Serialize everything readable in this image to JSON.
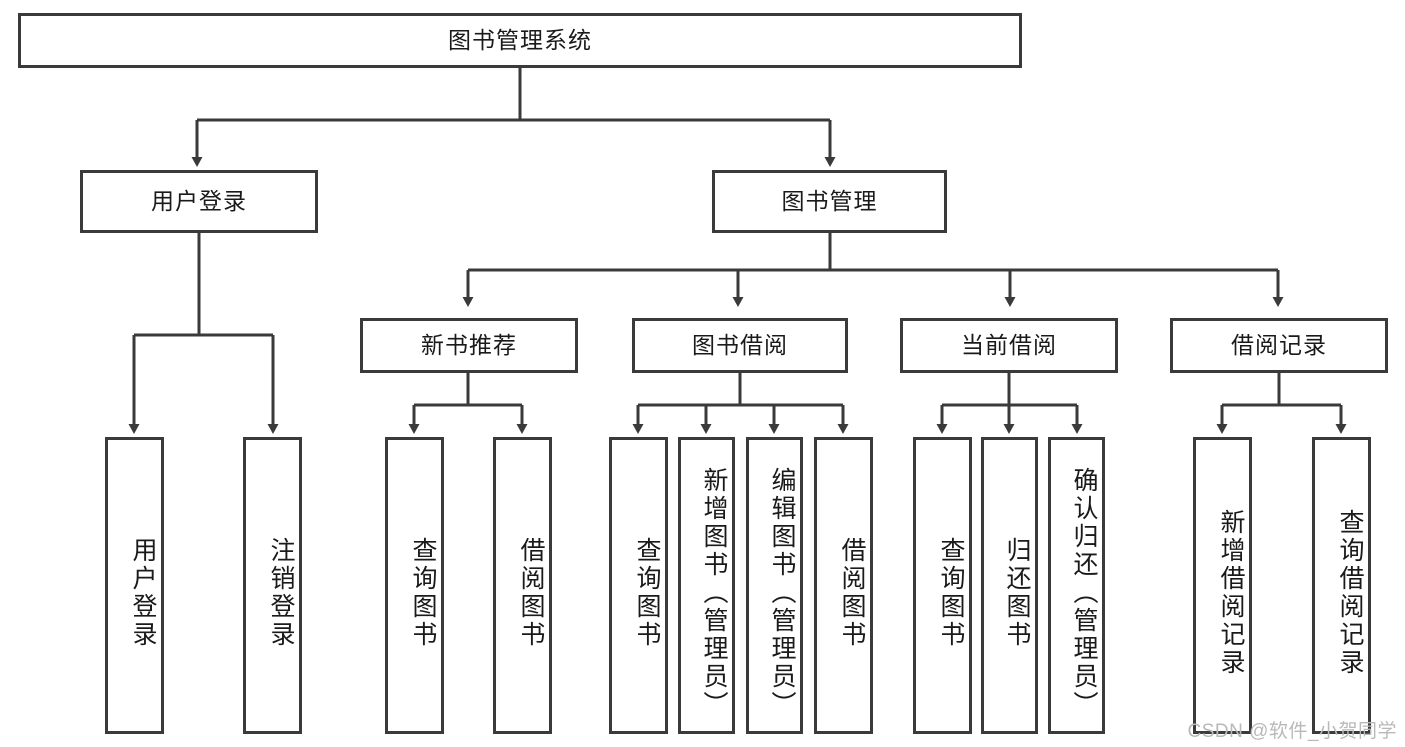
{
  "diagram": {
    "type": "tree",
    "title_node": "图书管理系统",
    "root": {
      "label": "图书管理系统",
      "children": [
        {
          "label": "用户登录",
          "children": [
            {
              "label": "用户登录"
            },
            {
              "label": "注销登录"
            }
          ]
        },
        {
          "label": "图书管理",
          "children": [
            {
              "label": "新书推荐",
              "children": [
                {
                  "label": "查询图书"
                },
                {
                  "label": "借阅图书"
                }
              ]
            },
            {
              "label": "图书借阅",
              "children": [
                {
                  "label": "查询图书"
                },
                {
                  "label": "新增图书（管理员）"
                },
                {
                  "label": "编辑图书（管理员）"
                },
                {
                  "label": "借阅图书"
                }
              ]
            },
            {
              "label": "当前借阅",
              "children": [
                {
                  "label": "查询图书"
                },
                {
                  "label": "归还图书"
                },
                {
                  "label": "确认归还（管理员）"
                }
              ]
            },
            {
              "label": "借阅记录",
              "children": [
                {
                  "label": "新增借阅记录"
                },
                {
                  "label": "查询借阅记录"
                }
              ]
            }
          ]
        }
      ]
    },
    "nodes": {
      "root": "图书管理系统",
      "l1_user_login": "用户登录",
      "l1_book_mgmt": "图书管理",
      "l2_new_book_rec": "新书推荐",
      "l2_book_borrow": "图书借阅",
      "l2_current_borrow": "当前借阅",
      "l2_borrow_record": "借阅记录",
      "leaf_user_login": "用户登录",
      "leaf_logout": "注销登录",
      "leaf_rec_query_book": "查询图书",
      "leaf_rec_borrow_book": "借阅图书",
      "leaf_borrow_query_book": "查询图书",
      "leaf_borrow_add_book": "新增图书（管理员）",
      "leaf_borrow_edit_book": "编辑图书（管理员）",
      "leaf_borrow_borrow_book": "借阅图书",
      "leaf_cur_query_book": "查询图书",
      "leaf_cur_return_book": "归还图书",
      "leaf_cur_confirm_return": "确认归还（管理员）",
      "leaf_rec_add_record": "新增借阅记录",
      "leaf_rec_query_record": "查询借阅记录"
    },
    "colors": {
      "border": "#3a3a3a",
      "background": "#ffffff",
      "text": "#1a1a1a",
      "watermark": "#b9b9b9"
    }
  },
  "watermark": {
    "text": "CSDN @软件_小贺同学"
  }
}
